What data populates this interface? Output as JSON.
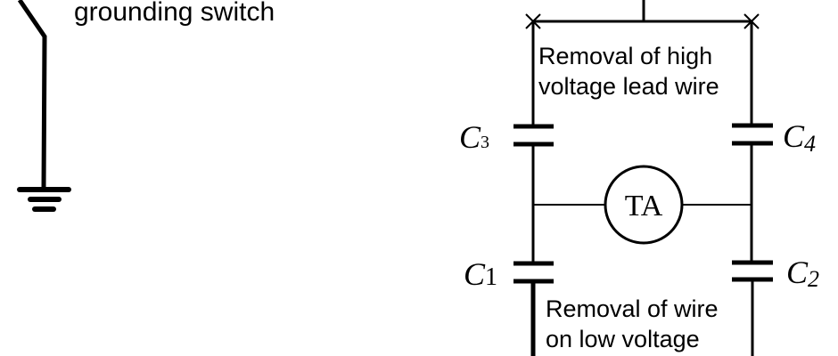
{
  "labels": {
    "grounding_switch": "grounding switch",
    "high_voltage_line1": "Removal of high",
    "high_voltage_line2": "voltage lead wire",
    "low_voltage_line1": "Removal of wire",
    "low_voltage_line2": "on low voltage",
    "meter": "TA"
  },
  "capacitors": {
    "c1": {
      "letter": "C",
      "sub": "1"
    },
    "c2": {
      "letter": "C",
      "sub": "2"
    },
    "c3": {
      "letter": "C",
      "sub": "3"
    },
    "c4": {
      "letter": "C",
      "sub": "4"
    }
  }
}
